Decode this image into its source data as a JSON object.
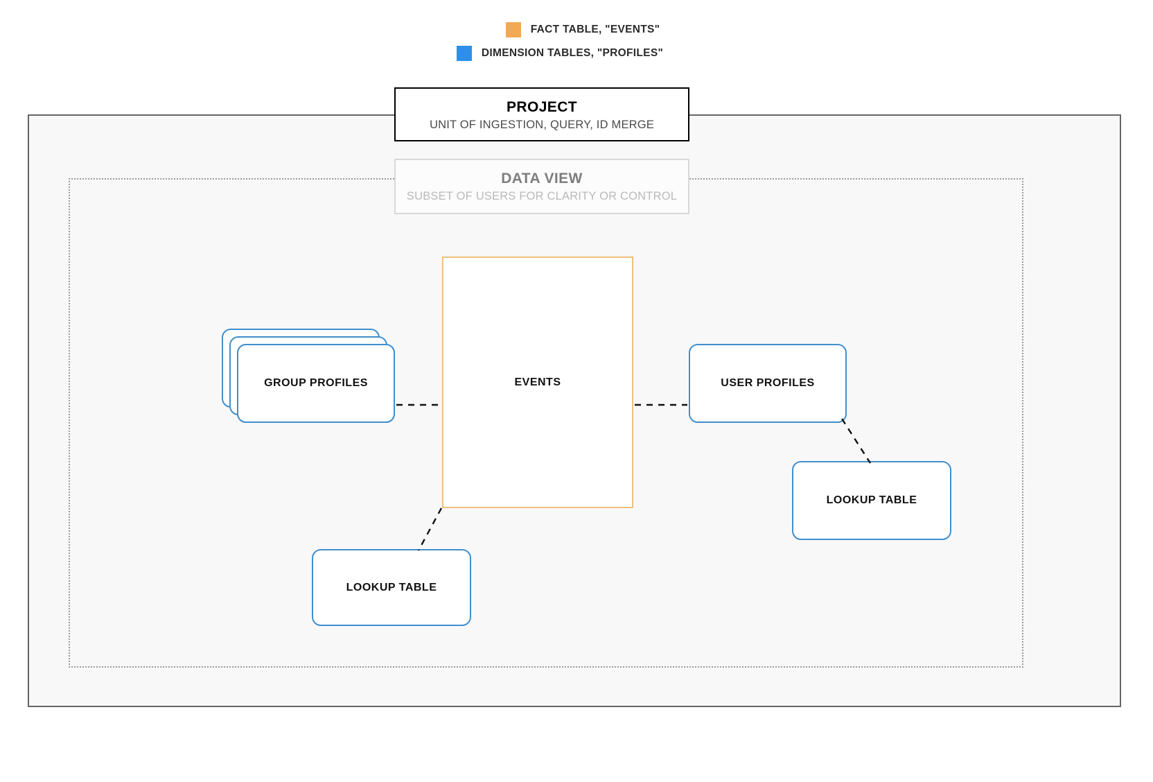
{
  "legend": {
    "items": [
      {
        "id": "fact-table",
        "label": "FACT TABLE, \"EVENTS\"",
        "color": "#f2a954",
        "icon": "square-swatch-icon"
      },
      {
        "id": "dimension-tables",
        "label": "DIMENSION TABLES, \"PROFILES\"",
        "color": "#2e8fe8",
        "icon": "square-swatch-icon"
      }
    ]
  },
  "project": {
    "title": "PROJECT",
    "subtitle": "UNIT OF INGESTION, QUERY, ID MERGE",
    "border_color": "#000000"
  },
  "data_view": {
    "title": "DATA VIEW",
    "subtitle": "SUBSET OF USERS FOR CLARITY OR CONTROL",
    "border_color": "#d8d8d8",
    "title_color": "#7d7d7d",
    "subtitle_color": "#b9b9b9"
  },
  "nodes": {
    "events": {
      "label": "EVENTS",
      "type": "fact-table",
      "border_color": "#efc07c",
      "shape": "rectangle"
    },
    "group_profiles": {
      "label": "GROUP PROFILES",
      "type": "dimension-table",
      "border_color": "#3f8fce",
      "shape": "stacked-rounded-rectangle",
      "stack_count": 3
    },
    "user_profiles": {
      "label": "USER PROFILES",
      "type": "dimension-table",
      "border_color": "#3f8fce",
      "shape": "rounded-rectangle"
    },
    "lookup_table_right": {
      "label": "LOOKUP TABLE",
      "type": "dimension-table",
      "border_color": "#3f8fce",
      "shape": "rounded-rectangle"
    },
    "lookup_table_left": {
      "label": "LOOKUP TABLE",
      "type": "dimension-table",
      "border_color": "#3f8fce",
      "shape": "rounded-rectangle"
    }
  },
  "edges": [
    {
      "id": "group-profiles-to-events",
      "from": "group_profiles",
      "to": "events",
      "style": "dashed"
    },
    {
      "id": "events-to-user-profiles",
      "from": "events",
      "to": "user_profiles",
      "style": "dashed"
    },
    {
      "id": "user-profiles-to-lookup-right",
      "from": "user_profiles",
      "to": "lookup_table_right",
      "style": "dashed"
    },
    {
      "id": "events-to-lookup-left",
      "from": "events",
      "to": "lookup_table_left",
      "style": "dashed"
    }
  ],
  "containers": {
    "project_box": {
      "fill": "#f8f8f8",
      "border": "#656565",
      "border_style": "solid"
    },
    "data_view_box": {
      "fill": "transparent",
      "border": "#9a9a9a",
      "border_style": "dotted"
    }
  }
}
